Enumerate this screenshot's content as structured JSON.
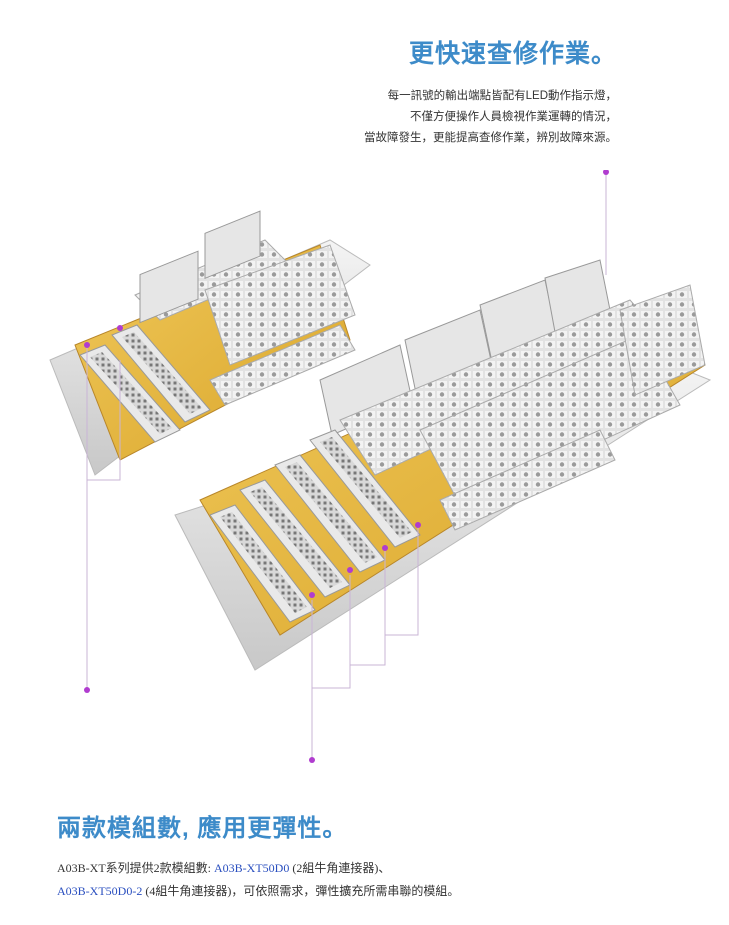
{
  "top_section": {
    "title": "更快速查修作業。",
    "lines": [
      "每一訊號的輸出端點皆配有LED動作指示燈，",
      "不僅方便操作人員檢視作業運轉的情況，",
      "當故障發生，更能提高查修作業，辨別故障來源。"
    ]
  },
  "bottom_section": {
    "title": "兩款模組數, 應用更彈性。",
    "line1_prefix": "A03B-XT系列提供2款模組數: ",
    "model_a": "A03B-XT50D0",
    "line1_suffix": " (2組牛角連接器)、",
    "model_b": "A03B-XT50D0-2",
    "line2_suffix": " (4組牛角連接器)，可依照需求，彈性擴充所需串聯的模組。"
  },
  "colors": {
    "accent": "#3d8bc9",
    "model_link": "#2a4fbf",
    "callout_dot": "#b03ccf",
    "board": "#e7b83a",
    "terminal": "#dcdcdc"
  }
}
